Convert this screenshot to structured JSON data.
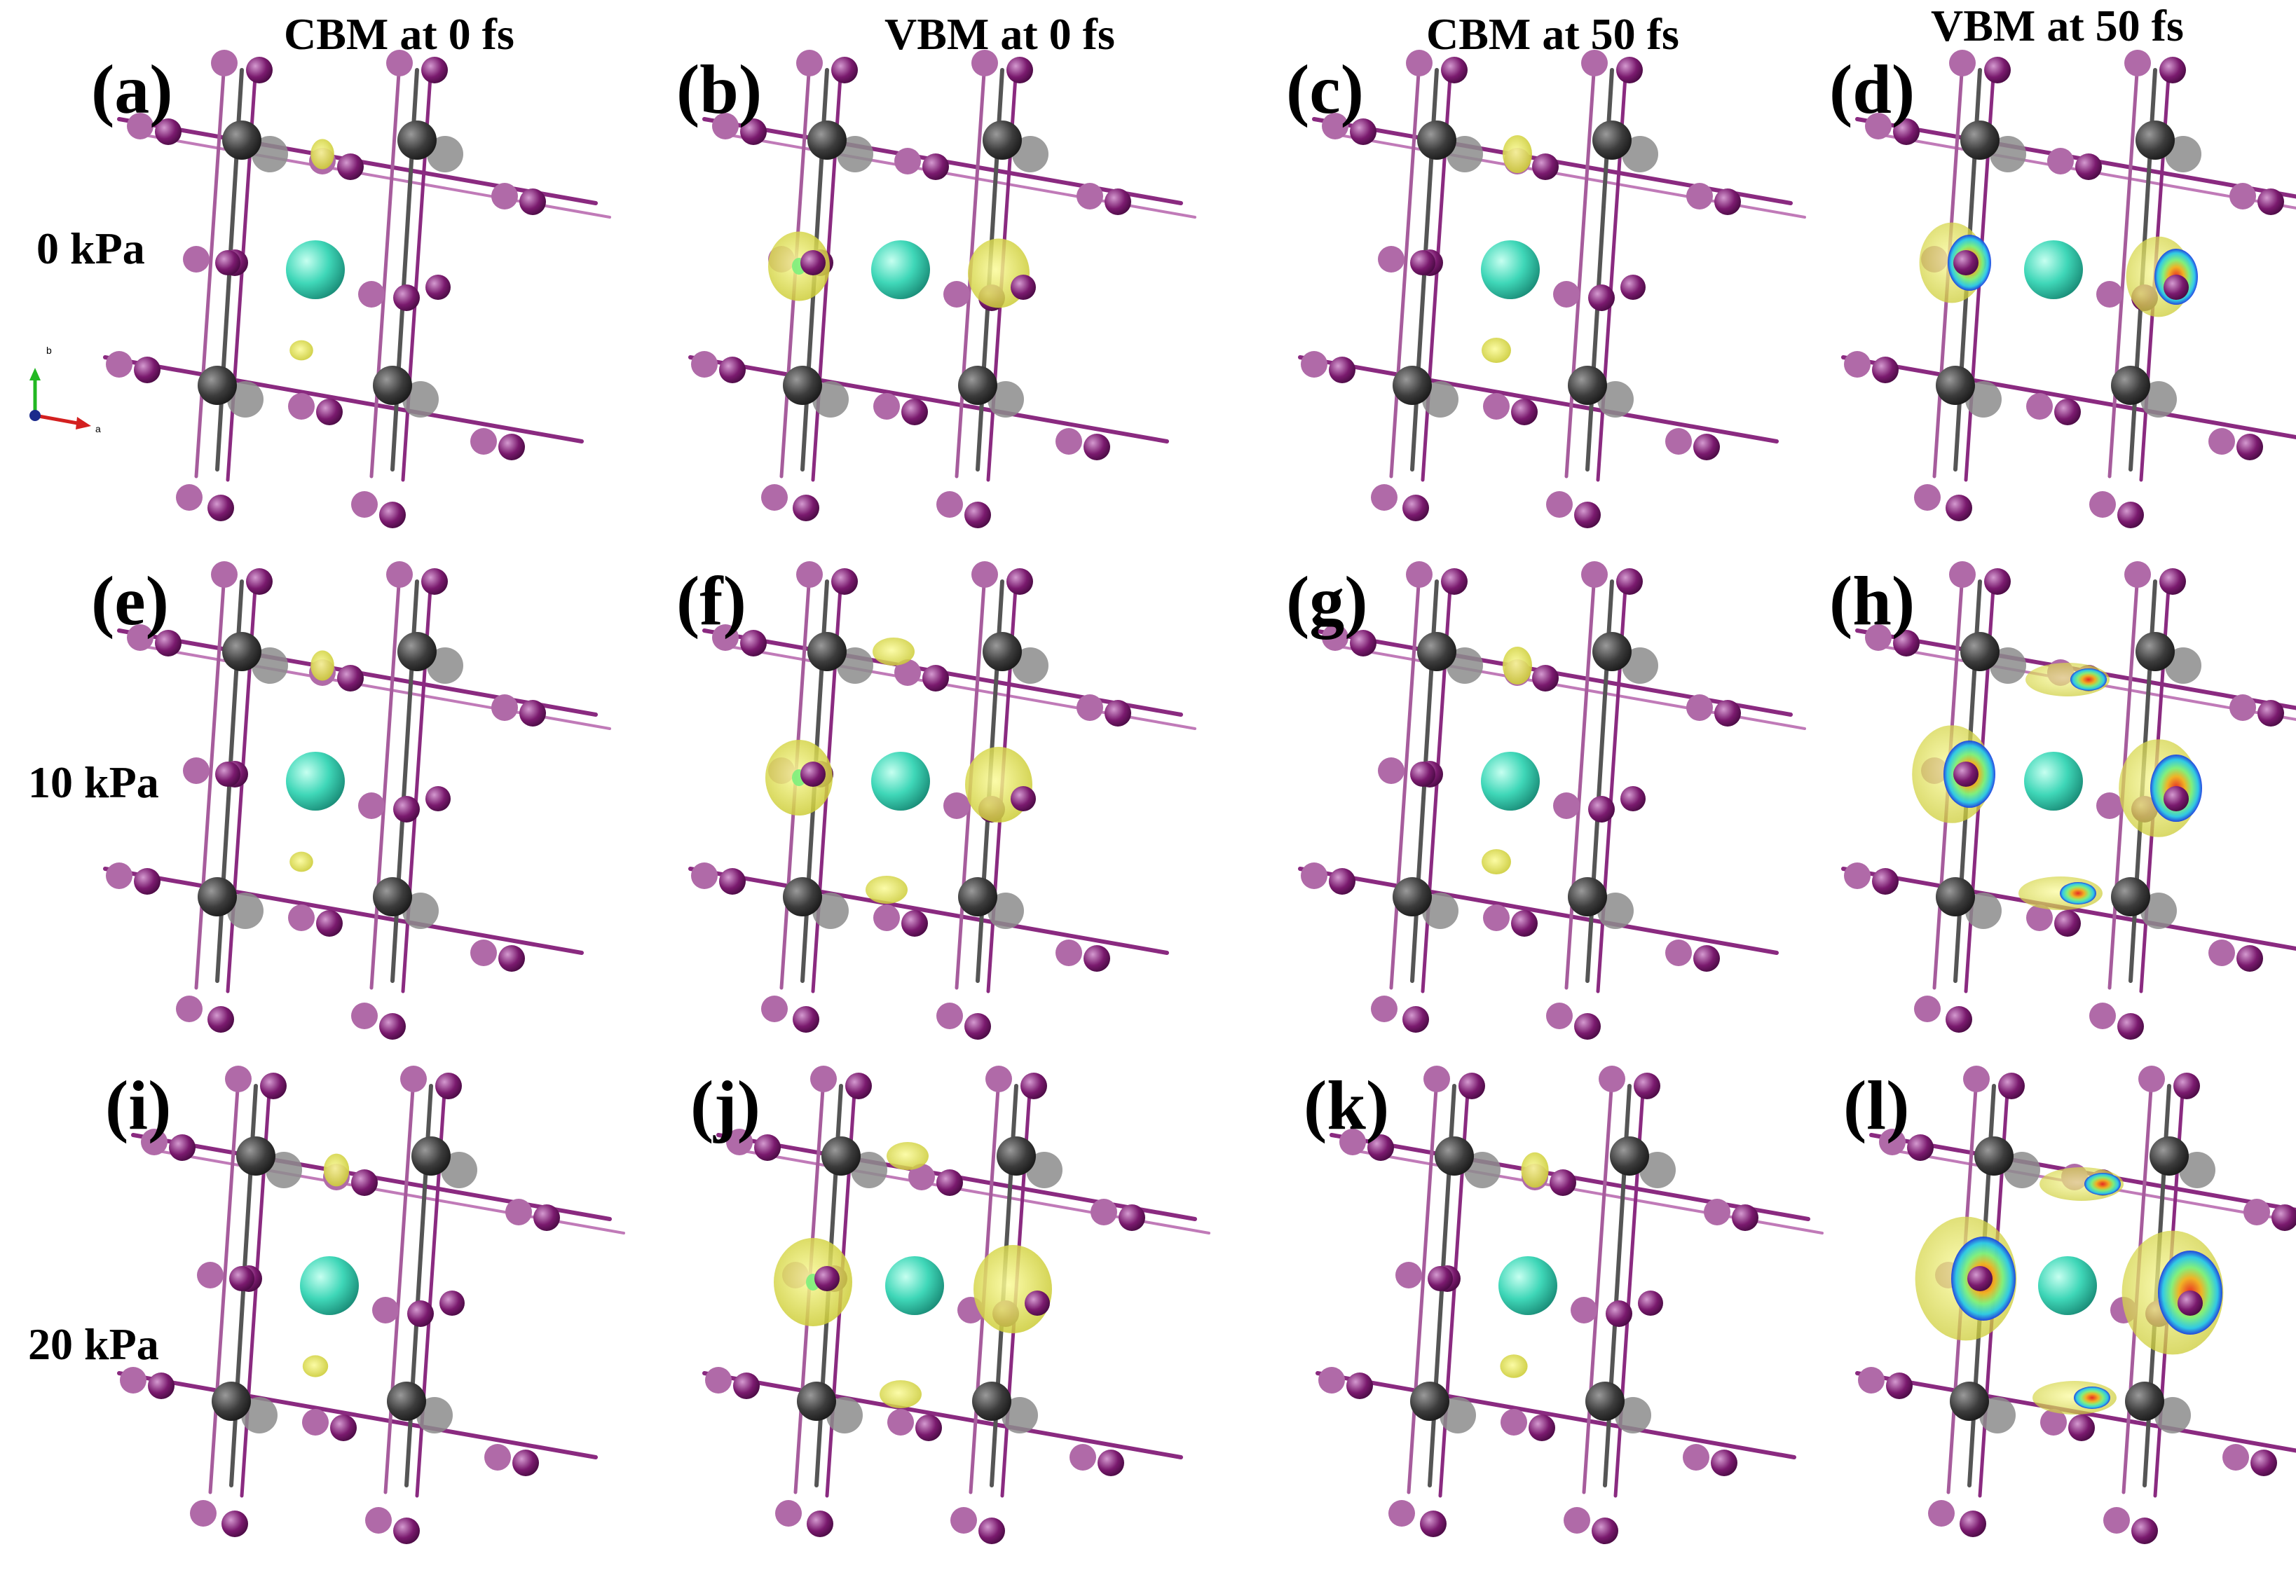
{
  "column_titles": [
    "CBM at 0 fs",
    "VBM at 0 fs",
    "CBM at 50 fs",
    "VBM at 50 fs"
  ],
  "row_labels": [
    "0 kPa",
    "10 kPa",
    "20 kPa"
  ],
  "panel_labels": [
    "(a)",
    "(b)",
    "(c)",
    "(d)",
    "(e)",
    "(f)",
    "(g)",
    "(h)",
    "(i)",
    "(j)",
    "(k)",
    "(l)"
  ],
  "axes": {
    "b_label": "b",
    "a_label": "a"
  },
  "colors": {
    "iodine": "#7a1a6e",
    "iodine_light": "#b06aa8",
    "lead": "#3c3c3c",
    "cation": "#3fd7b8",
    "isosurface_yellow": "#e8e84a",
    "isosurface_green": "#7cf07c",
    "isosurface_red": "#e8221c",
    "isosurface_blue": "#1a3fe0"
  }
}
